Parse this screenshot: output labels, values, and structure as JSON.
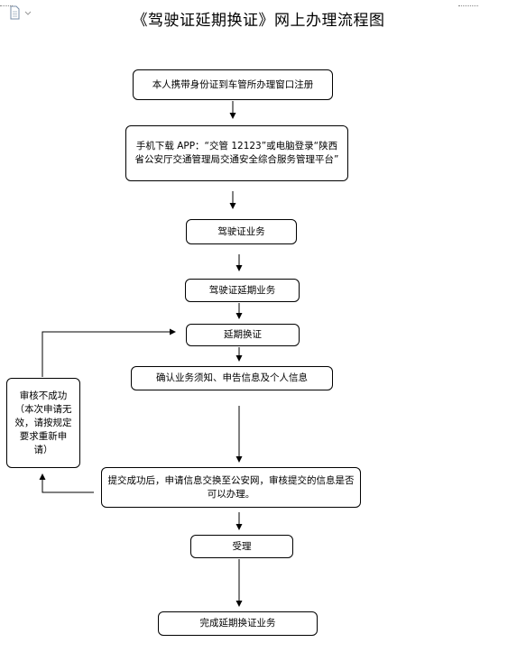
{
  "title": "《驾驶证延期换证》网上办理流程图",
  "steps": [
    "本人携带身份证到车管所办理窗口注册",
    "手机下载 APP：“交管 12123”或电脑登录“陕西省公安厅交通管理局交通安全综合服务管理平台”",
    "驾驶证业务",
    "驾驶证延期业务",
    "延期换证",
    "确认业务须知、申告信息及个人信息",
    "提交成功后，申请信息交换至公安网，审核提交的信息是否可以办理。",
    "受理",
    "完成延期换证业务"
  ],
  "failure_note": "审核不成功（本次申请无效，请按规定要求重新申请）"
}
